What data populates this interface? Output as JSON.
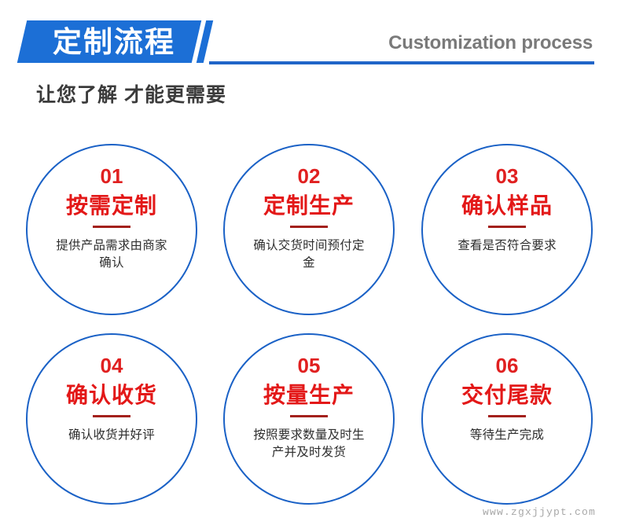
{
  "header": {
    "title_cn": "定制流程",
    "title_en": "Customization process",
    "subtitle": "让您了解 才能更需要",
    "accent_color": "#1C6FD6",
    "rule_color": "#2065C8",
    "en_color": "#7a7a7a",
    "subtitle_color": "#3b3b3b"
  },
  "steps": [
    {
      "number": "01",
      "title": "按需定制",
      "desc": "提供产品需求由商家确认"
    },
    {
      "number": "02",
      "title": "定制生产",
      "desc": "确认交货时间预付定金"
    },
    {
      "number": "03",
      "title": "确认样品",
      "desc": "查看是否符合要求"
    },
    {
      "number": "04",
      "title": "确认收货",
      "desc": "确认收货并好评"
    },
    {
      "number": "05",
      "title": "按量生产",
      "desc": "按照要求数量及时生产并及时发货"
    },
    {
      "number": "06",
      "title": "交付尾款",
      "desc": "等待生产完成"
    }
  ],
  "style": {
    "circle_border_color": "#1A61C6",
    "number_color": "#E02020",
    "title_color": "#E31818",
    "divider_color": "#A3201C",
    "desc_color": "#2e2e2e",
    "background": "#ffffff"
  },
  "watermark": {
    "text": "www.zgxjjypt.com"
  }
}
